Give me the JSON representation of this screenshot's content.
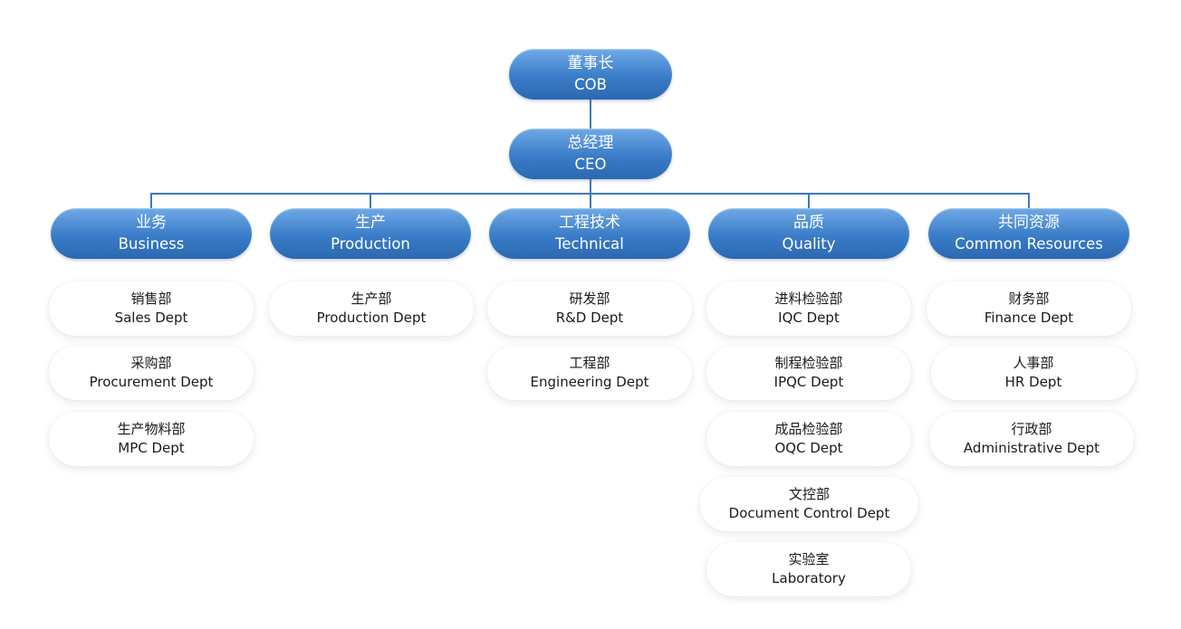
{
  "org_chart": {
    "top": [
      {
        "zh": "董事长",
        "en": "COB"
      },
      {
        "zh": "总经理",
        "en": "CEO"
      }
    ],
    "departments": [
      {
        "zh": "业务",
        "en": "Business",
        "units": [
          {
            "zh": "销售部",
            "en": "Sales Dept"
          },
          {
            "zh": "采购部",
            "en": "Procurement Dept"
          },
          {
            "zh": "生产物料部",
            "en": "MPC Dept"
          }
        ]
      },
      {
        "zh": "生产",
        "en": "Production",
        "units": [
          {
            "zh": "生产部",
            "en": "Production Dept"
          }
        ]
      },
      {
        "zh": "工程技术",
        "en": "Technical",
        "units": [
          {
            "zh": "研发部",
            "en": "R&D Dept"
          },
          {
            "zh": "工程部",
            "en": "Engineering Dept"
          }
        ]
      },
      {
        "zh": "品质",
        "en": "Quality",
        "units": [
          {
            "zh": "进料检验部",
            "en": "IQC Dept"
          },
          {
            "zh": "制程检验部",
            "en": "IPQC Dept"
          },
          {
            "zh": "成品检验部",
            "en": "OQC Dept"
          },
          {
            "zh": "文控部",
            "en": "Document Control Dept"
          },
          {
            "zh": "实验室",
            "en": "Laboratory"
          }
        ]
      },
      {
        "zh": "共同资源",
        "en": "Common Resources",
        "units": [
          {
            "zh": "财务部",
            "en": "Finance Dept"
          },
          {
            "zh": "人事部",
            "en": "HR Dept"
          },
          {
            "zh": "行政部",
            "en": "Administrative Dept"
          }
        ]
      }
    ]
  },
  "colors": {
    "node_fill_top": "#6faae6",
    "node_fill_bottom": "#2c68b0",
    "connector": "#3f78bd",
    "card_background": "#ffffff",
    "card_text": "#1a1a1a"
  }
}
